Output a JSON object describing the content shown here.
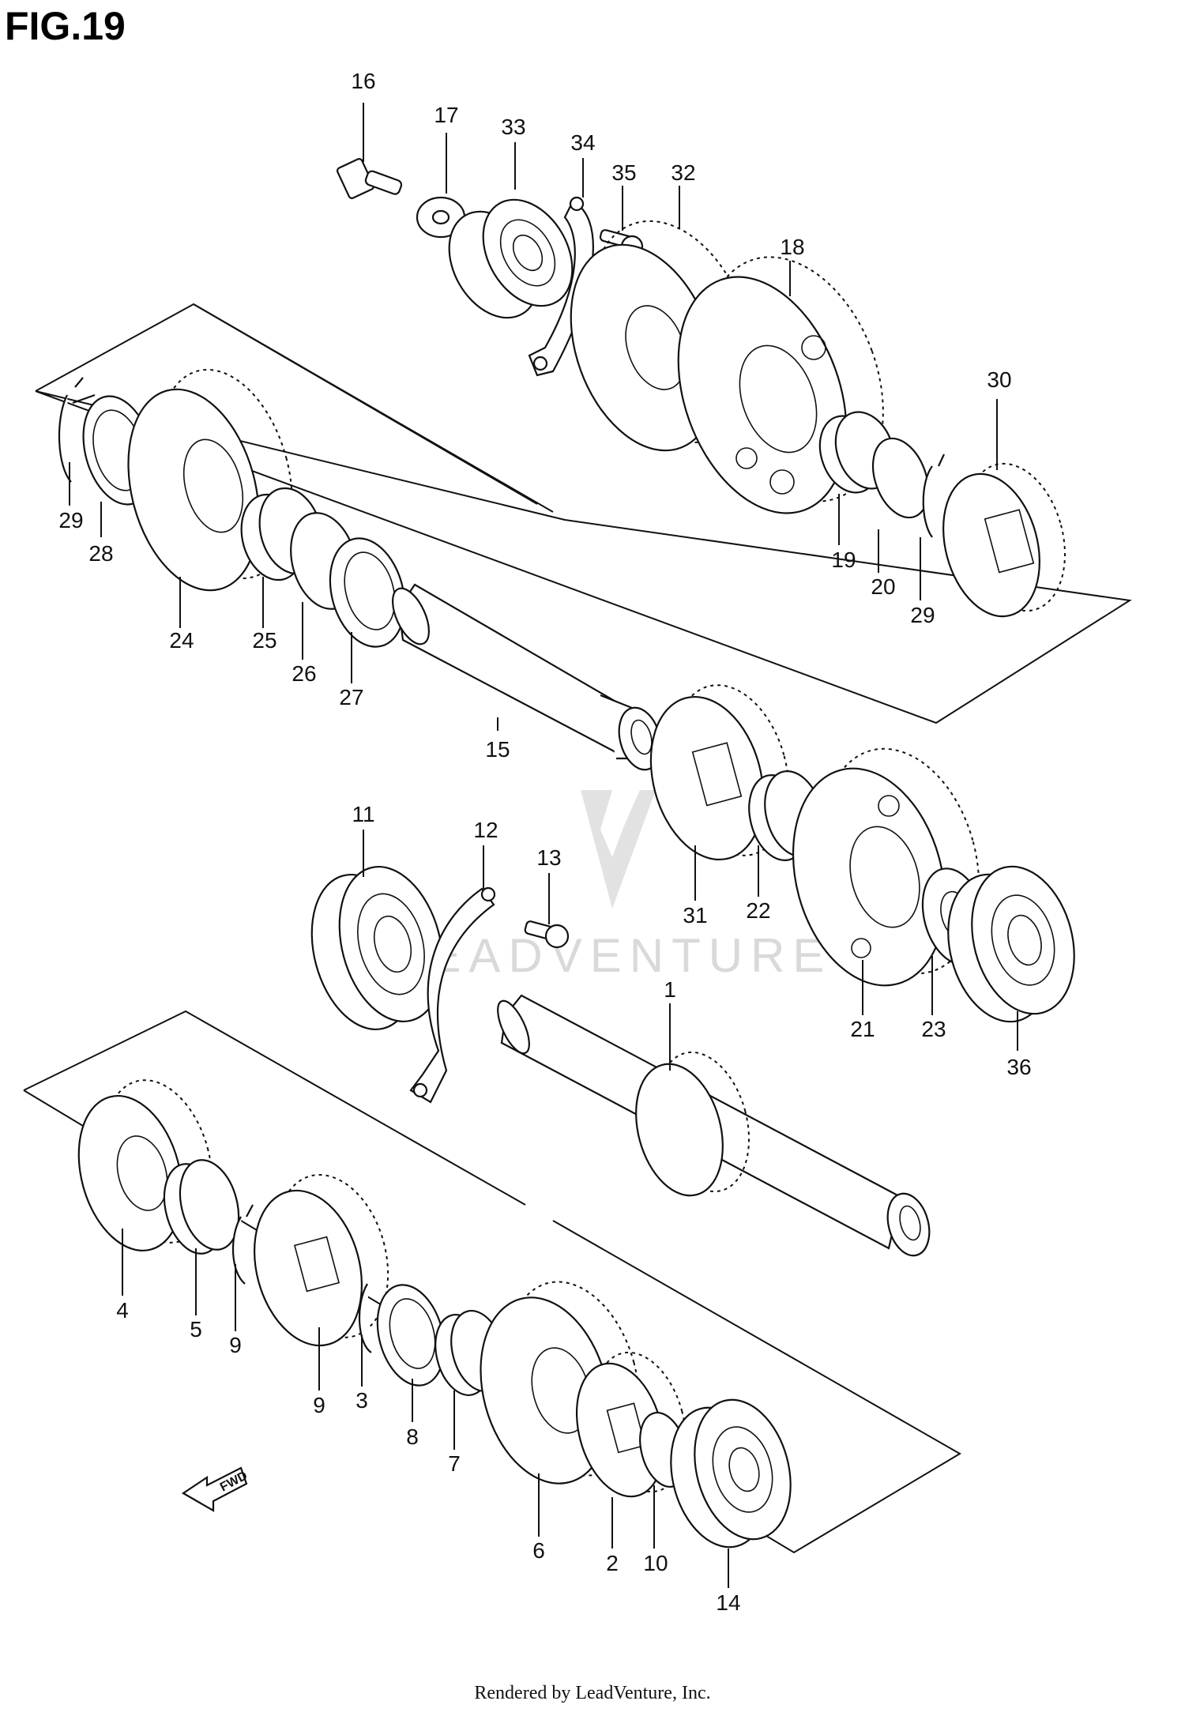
{
  "title": "FIG.19",
  "footer": "Rendered by LeadVenture, Inc.",
  "watermark": "LEADVENTURE",
  "fwd_label": "FWD",
  "callouts": {
    "c1": "1",
    "c2": "2",
    "c3": "3",
    "c4": "4",
    "c5": "5",
    "c6": "6",
    "c7": "7",
    "c8": "8",
    "c9a": "9",
    "c9b": "9",
    "c10": "10",
    "c11": "11",
    "c12": "12",
    "c13": "13",
    "c14": "14",
    "c15": "15",
    "c16": "16",
    "c17": "17",
    "c18": "18",
    "c19": "19",
    "c20": "20",
    "c21": "21",
    "c22": "22",
    "c23": "23",
    "c24": "24",
    "c25": "25",
    "c26": "26",
    "c27": "27",
    "c28": "28",
    "c29a": "29",
    "c29b": "29",
    "c30": "30",
    "c31": "31",
    "c32": "32",
    "c33": "33",
    "c34": "34",
    "c35": "35",
    "c36": "36"
  }
}
